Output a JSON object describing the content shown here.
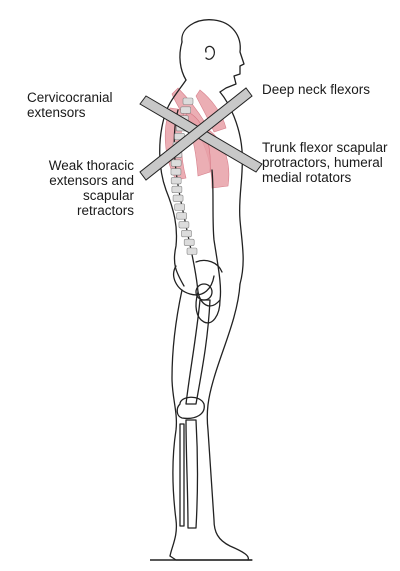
{
  "labels": {
    "cervicocranial_extensors": "Cervicocranial\nextensors",
    "weak_thoracic": "Weak thoracic\nextensors and\nscapular retractors",
    "deep_neck_flexors": "Deep neck flexors",
    "trunk_flexor": "Trunk flexor scapular\nprotractors, humeral\nmedial rotators"
  },
  "colors": {
    "muscle": "#e8a0a8",
    "muscle_stroke": "#d06a78",
    "bar_fill": "#c8c8c8",
    "outline": "#222222",
    "spine": "#dcdcdc"
  }
}
